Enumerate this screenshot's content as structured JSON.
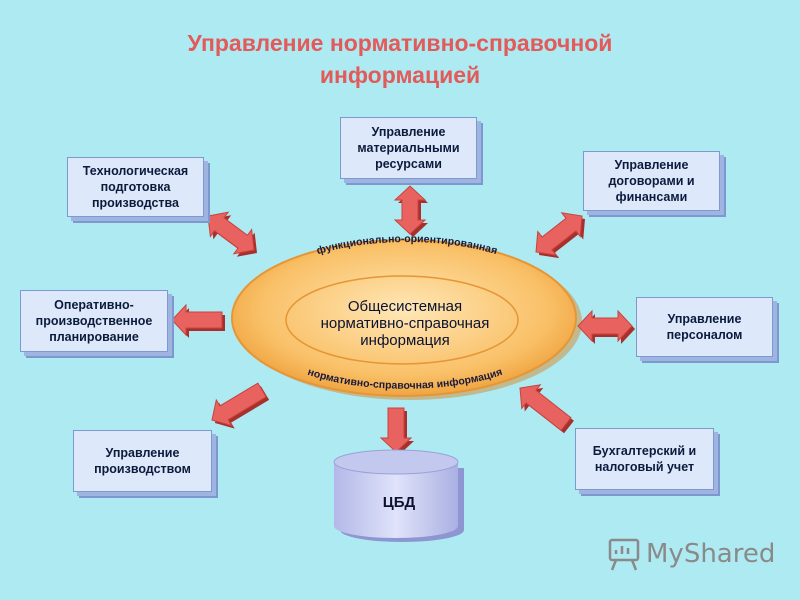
{
  "title": {
    "line1": "Управление нормативно-справочной",
    "line2": "информацией"
  },
  "center": {
    "main_text": "Общесистемная\nнормативно-справочная\nинформация",
    "arc_top": "функционально-ориентированная",
    "arc_bottom": "нормативно-справочная информация"
  },
  "boxes": {
    "material": "Управление\nматериальными\nресурсами",
    "contracts": "Управление\nдоговорами и\nфинансами",
    "tech": "Технологическая\nподготовка\nпроизводства",
    "operational": "Оперативно-\nпроизводственное\nпланирование",
    "personnel": "Управление\nперсоналом",
    "production": "Управление\nпроизводством",
    "accounting": "Бухгалтерский и\nналоговый учет"
  },
  "database": {
    "label": "ЦБД"
  },
  "watermark": {
    "text": "MyShared",
    "icon": "presentation-board-icon"
  },
  "colors": {
    "background": "#aeeaf2",
    "title": "#e35a5a",
    "box_fill": "#dde9fb",
    "arrow": "#e8635f",
    "ellipse": "#f6b552",
    "cylinder": "#c8cdf0"
  }
}
